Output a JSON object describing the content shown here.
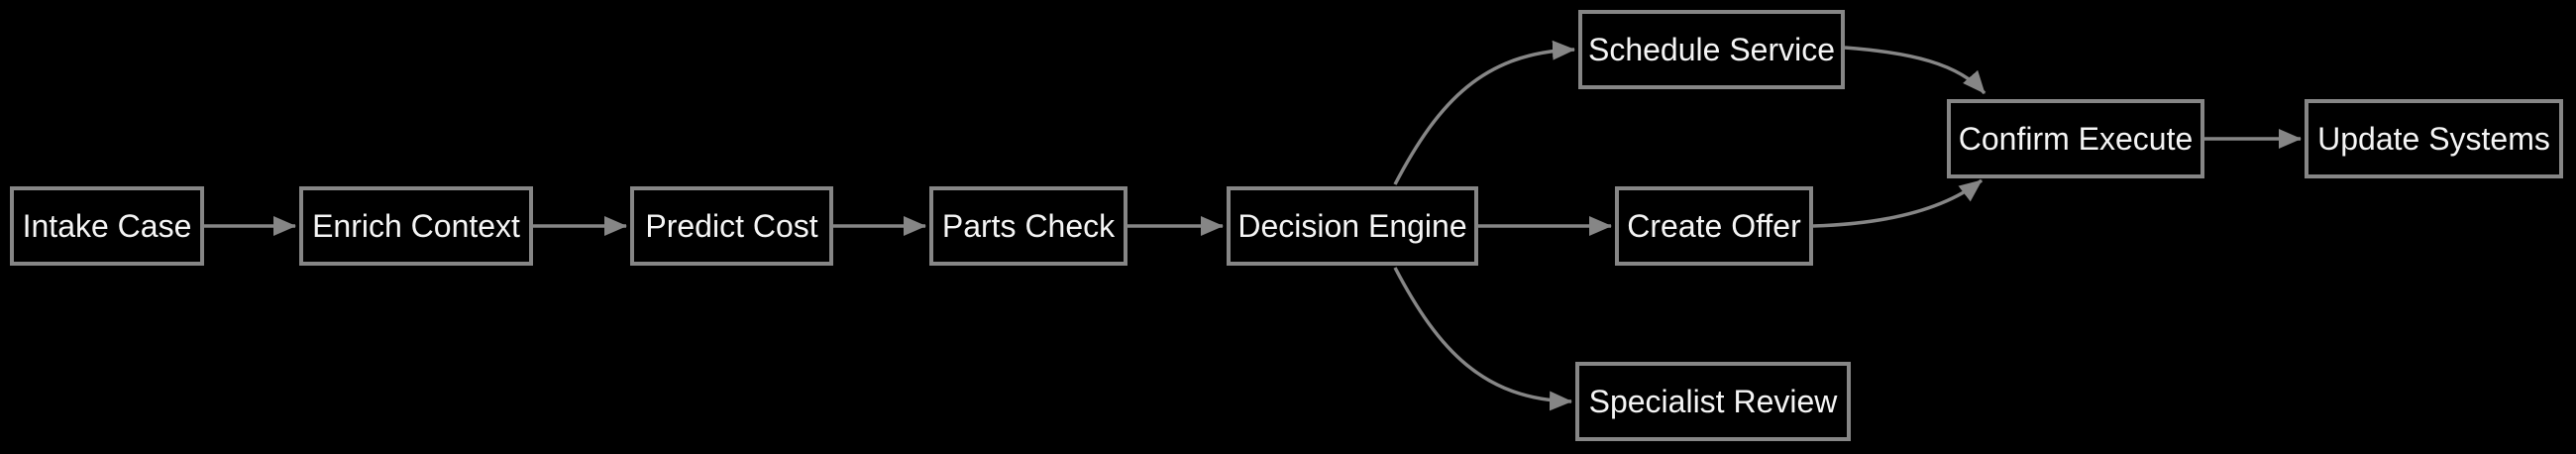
{
  "diagram": {
    "type": "flowchart",
    "direction": "left-to-right",
    "background_color": "#000000",
    "node_border_color": "#868686",
    "node_fill_color": "#000000",
    "node_text_color": "#f5f5f5",
    "edge_color": "#868686",
    "nodes": [
      {
        "id": "intake",
        "label": "Intake Case"
      },
      {
        "id": "enrich",
        "label": "Enrich Context"
      },
      {
        "id": "predict",
        "label": "Predict Cost"
      },
      {
        "id": "parts",
        "label": "Parts Check"
      },
      {
        "id": "decision",
        "label": "Decision Engine"
      },
      {
        "id": "schedule",
        "label": "Schedule Service"
      },
      {
        "id": "offer",
        "label": "Create Offer"
      },
      {
        "id": "review",
        "label": "Specialist Review"
      },
      {
        "id": "confirm",
        "label": "Confirm Execute"
      },
      {
        "id": "update",
        "label": "Update Systems"
      }
    ],
    "edges": [
      {
        "from": "Intake Case",
        "to": "Enrich Context"
      },
      {
        "from": "Enrich Context",
        "to": "Predict Cost"
      },
      {
        "from": "Predict Cost",
        "to": "Parts Check"
      },
      {
        "from": "Parts Check",
        "to": "Decision Engine"
      },
      {
        "from": "Decision Engine",
        "to": "Schedule Service"
      },
      {
        "from": "Decision Engine",
        "to": "Create Offer"
      },
      {
        "from": "Decision Engine",
        "to": "Specialist Review"
      },
      {
        "from": "Schedule Service",
        "to": "Confirm Execute"
      },
      {
        "from": "Create Offer",
        "to": "Confirm Execute"
      },
      {
        "from": "Confirm Execute",
        "to": "Update Systems"
      }
    ]
  }
}
